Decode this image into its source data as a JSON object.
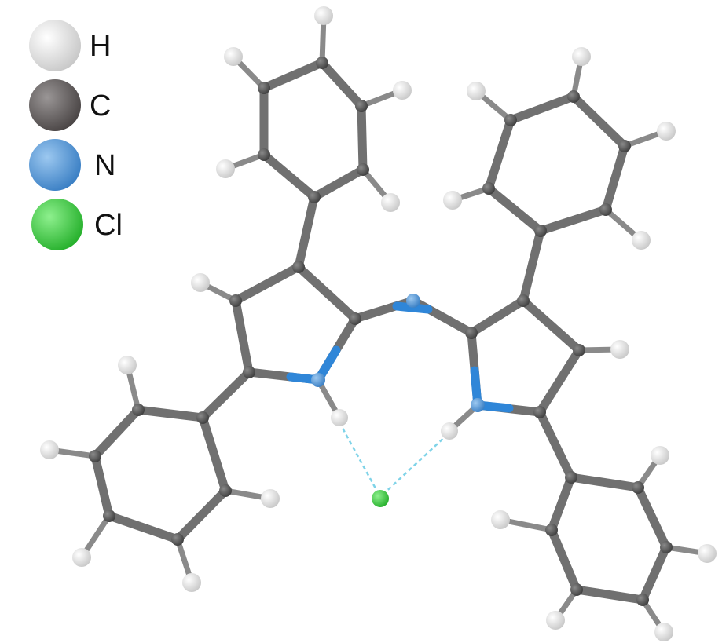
{
  "legend": {
    "items": [
      {
        "symbol": "H",
        "color": "#e6e6e6"
      },
      {
        "symbol": "C",
        "color": "#6e6767"
      },
      {
        "symbol": "N",
        "color": "#5b9bd5"
      },
      {
        "symbol": "Cl",
        "color": "#3fcf4a"
      }
    ]
  },
  "colors": {
    "bond": "#707070",
    "carbon": "#5a5a5a",
    "hydrogen": "#ececec",
    "nitrogen": "#2f86d8",
    "chlorine": "#3cc83c",
    "hbond": "#7fd3e8"
  }
}
